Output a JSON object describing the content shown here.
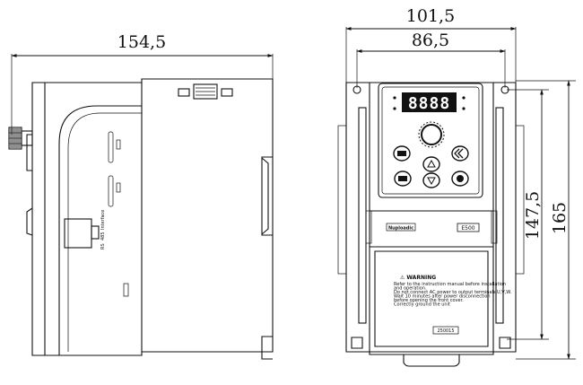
{
  "dimensions": {
    "side_depth": "154,5",
    "front_width_total": "101,5",
    "front_width_mount": "86,5",
    "front_height_mount": "147,5",
    "front_height_total": "165"
  },
  "front_panel": {
    "display_digits": "8888",
    "brand_label": "Nuploadic",
    "model_label": "E500",
    "warning_title": "⚠ WARNING",
    "warning_lines": [
      "Refer to the instruction manual before installation",
      "and operation.",
      "Do not connect AC power to output terminals U,V,W.",
      "Wait 10 minutes after power disconnection",
      "before opening the front cover.",
      "Correctly ground the unit"
    ],
    "serial_label": "250015"
  },
  "side_panel": {
    "rail_labels": [
      "RS",
      "485",
      "Interface"
    ]
  }
}
